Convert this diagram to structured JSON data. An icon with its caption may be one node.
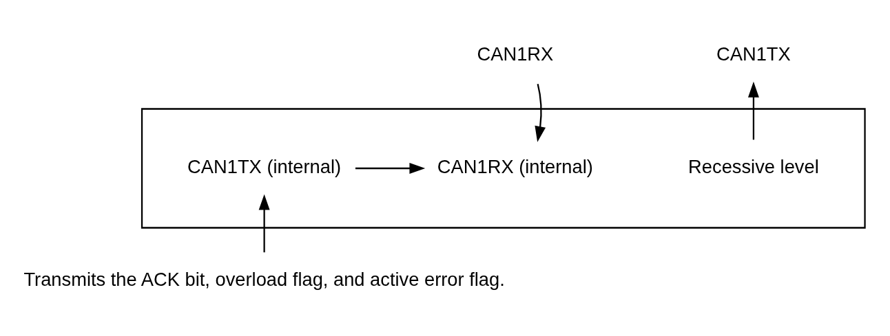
{
  "diagram": {
    "nodes": [
      {
        "text": [
          "CAN1TX"
        ]
      },
      {
        "text": [
          "CAN1RX"
        ]
      },
      {
        "text": [],
        "shape": "box"
      },
      {
        "text": [
          "Recessive level"
        ],
        "in": 2
      },
      {
        "text": [
          "CAN1TX (internal)"
        ],
        "in": 2
      },
      {
        "text": [
          "CAN1RX (internal)"
        ],
        "in": 2
      },
      {
        "text": [
          "Transmits the ACK bit, overload flag, and active error flag."
        ]
      }
    ],
    "edges": [
      {
        "from": 3,
        "to": 0,
        "arrow": "to"
      },
      {
        "from": 1,
        "to": 5,
        "arrow": "to"
      },
      {
        "from": 4,
        "to": 5,
        "arrow": "to"
      },
      {
        "from": 6,
        "to": 4,
        "arrow": "to"
      }
    ]
  }
}
